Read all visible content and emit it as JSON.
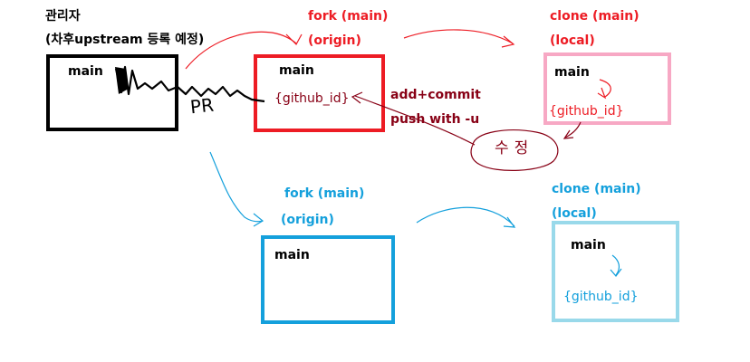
{
  "admin": {
    "title": "관리자",
    "subtitle": "(차후upstream 등록 예정)",
    "box_label": "main",
    "pr_label": "PR"
  },
  "fork_red": {
    "title": "fork (main)",
    "origin": "(origin)",
    "main": "main",
    "branch": "{github_id}"
  },
  "actions": {
    "add_commit": "add+commit",
    "push": "push with -u"
  },
  "clone_red": {
    "title": "clone (main)",
    "local": "(local)",
    "main": "main",
    "branch": "{github_id}"
  },
  "note": {
    "text": "수정"
  },
  "fork_blue": {
    "title": "fork (main)",
    "origin": "(origin)",
    "main": "main"
  },
  "clone_blue": {
    "title": "clone (main)",
    "local": "(local)",
    "main": "main",
    "branch": "{github_id}"
  },
  "colors": {
    "black": "#000000",
    "red": "#ed1c24",
    "dark_red": "#880015",
    "pink": "#f7a8c4",
    "blue": "#14a0dc",
    "light_blue": "#99d9ea"
  }
}
